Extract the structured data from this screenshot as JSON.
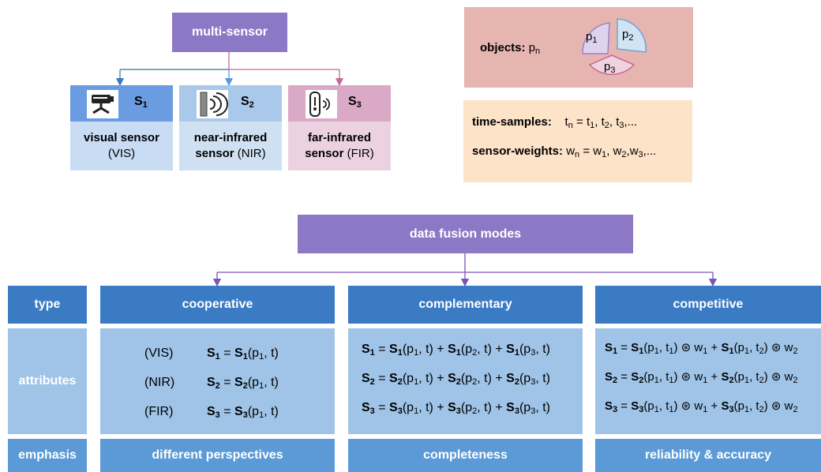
{
  "top": {
    "multi_sensor": "multi-sensor",
    "sensors": [
      {
        "sym": "S",
        "idx": "1",
        "name_bold": "visual sensor",
        "name_line2_bold": "",
        "name_line2_normal": "(VIS)"
      },
      {
        "sym": "S",
        "idx": "2",
        "name_bold": "near-infrared",
        "name_line2_bold": "sensor",
        "name_line2_normal": "(NIR)"
      },
      {
        "sym": "S",
        "idx": "3",
        "name_bold": "far-infrared",
        "name_line2_bold": "sensor",
        "name_line2_normal": "(FIR)"
      }
    ],
    "objects": {
      "label": "objects:",
      "value": "p",
      "value_sub": "n",
      "p1": "p",
      "p1s": "1",
      "p2": "p",
      "p2s": "2",
      "p3": "p",
      "p3s": "3"
    },
    "time_samples": {
      "label": "time-samples:",
      "lhs": "t",
      "lhs_sub": "n",
      "rhs": "= t",
      "r1": "1",
      "r2": "2",
      "r3": "3",
      "tail": ",..."
    },
    "sensor_weights": {
      "label": "sensor-weights:",
      "lhs": "w",
      "lhs_sub": "n",
      "r1": "1",
      "r2": "2",
      "r3": "3",
      "tail": ",..."
    }
  },
  "fusion": {
    "title": "data fusion modes",
    "row_labels": {
      "type": "type",
      "attributes": "attributes",
      "emphasis": "emphasis"
    },
    "modes": [
      {
        "name": "cooperative",
        "emphasis": "different perspectives",
        "tags": [
          "(VIS)",
          "(NIR)",
          "(FIR)"
        ]
      },
      {
        "name": "complementary",
        "emphasis": "completeness"
      },
      {
        "name": "competitive",
        "emphasis": "reliability & accuracy"
      }
    ]
  },
  "colors": {
    "purple": "#8c78c4",
    "vis_blue": "#6b9be0",
    "nir_blue": "#a9c8ea",
    "fir_pink": "#d9a9c6",
    "objects_bg": "#e6b5b0",
    "time_bg": "#fde3c8",
    "table_head": "#3a7bc4",
    "table_body": "#9fc4e8",
    "table_foot": "#5b9ad6"
  }
}
